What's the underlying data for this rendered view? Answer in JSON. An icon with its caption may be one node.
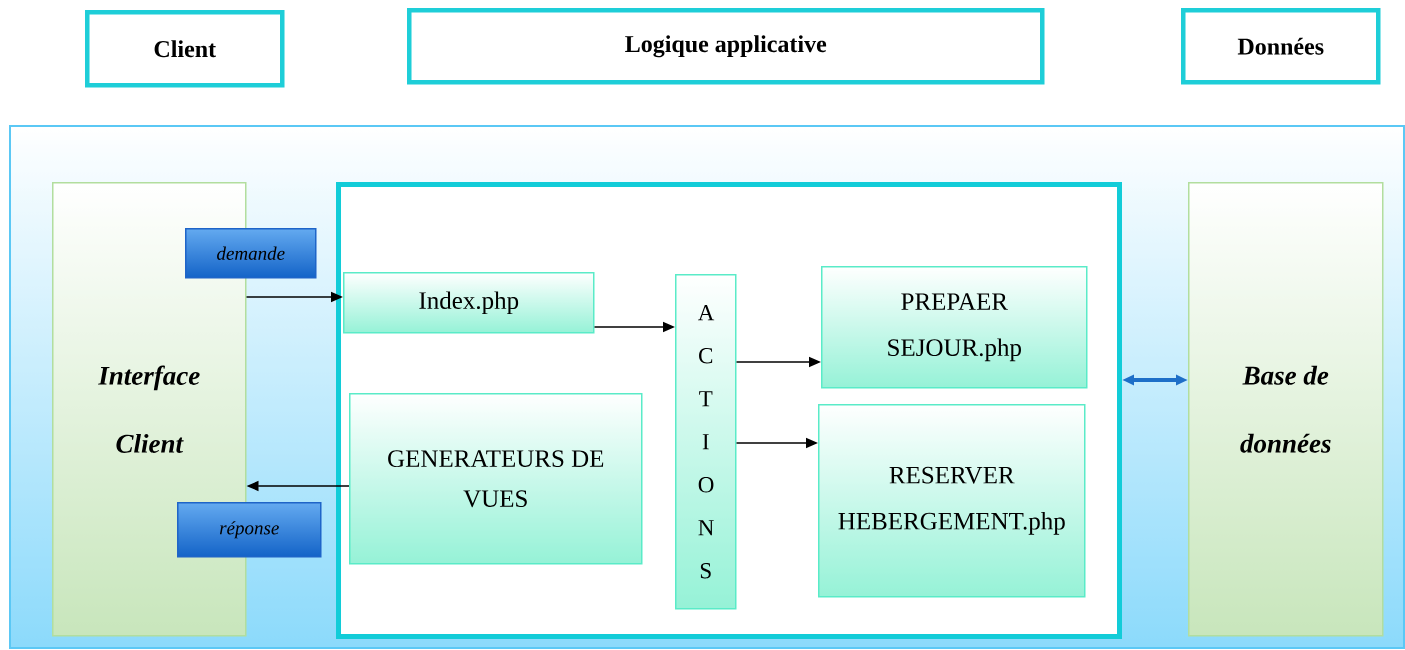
{
  "diagram": {
    "nodes": [
      {
        "text": [
          "Client"
        ]
      },
      {
        "text": [
          "Logique applicative"
        ]
      },
      {
        "text": [
          "Données"
        ]
      },
      {
        "text": [
          "Interface Client"
        ]
      },
      {
        "text": [
          "demande"
        ]
      },
      {
        "text": [],
        "shape": "box"
      },
      {
        "text": [
          "Index.php"
        ],
        "in": 5
      },
      {
        "text": [
          "GENERATEURS DE VUES"
        ],
        "in": 5
      },
      {
        "text": [
          "A C T I O N S"
        ],
        "in": 5
      },
      {
        "text": [
          "PREPAER",
          "SEJOUR.php"
        ],
        "in": 5
      },
      {
        "text": [
          "RESERVER",
          "HEBERGEMENT.php"
        ],
        "in": 5
      },
      {
        "text": [
          "réponse"
        ]
      },
      {
        "text": [
          "Base de données"
        ]
      }
    ],
    "edges": [
      {
        "from": 3,
        "to": 6,
        "arrow": "to"
      },
      {
        "from": 6,
        "to": 8,
        "arrow": "to"
      },
      {
        "from": 8,
        "to": 9,
        "arrow": "to"
      },
      {
        "from": 8,
        "to": 10,
        "arrow": "to"
      },
      {
        "from": 7,
        "to": 3,
        "arrow": "to"
      },
      {
        "from": 5,
        "to": 12,
        "arrow": "both",
        "style": "thick",
        "color": "#1e6fc8"
      }
    ]
  }
}
